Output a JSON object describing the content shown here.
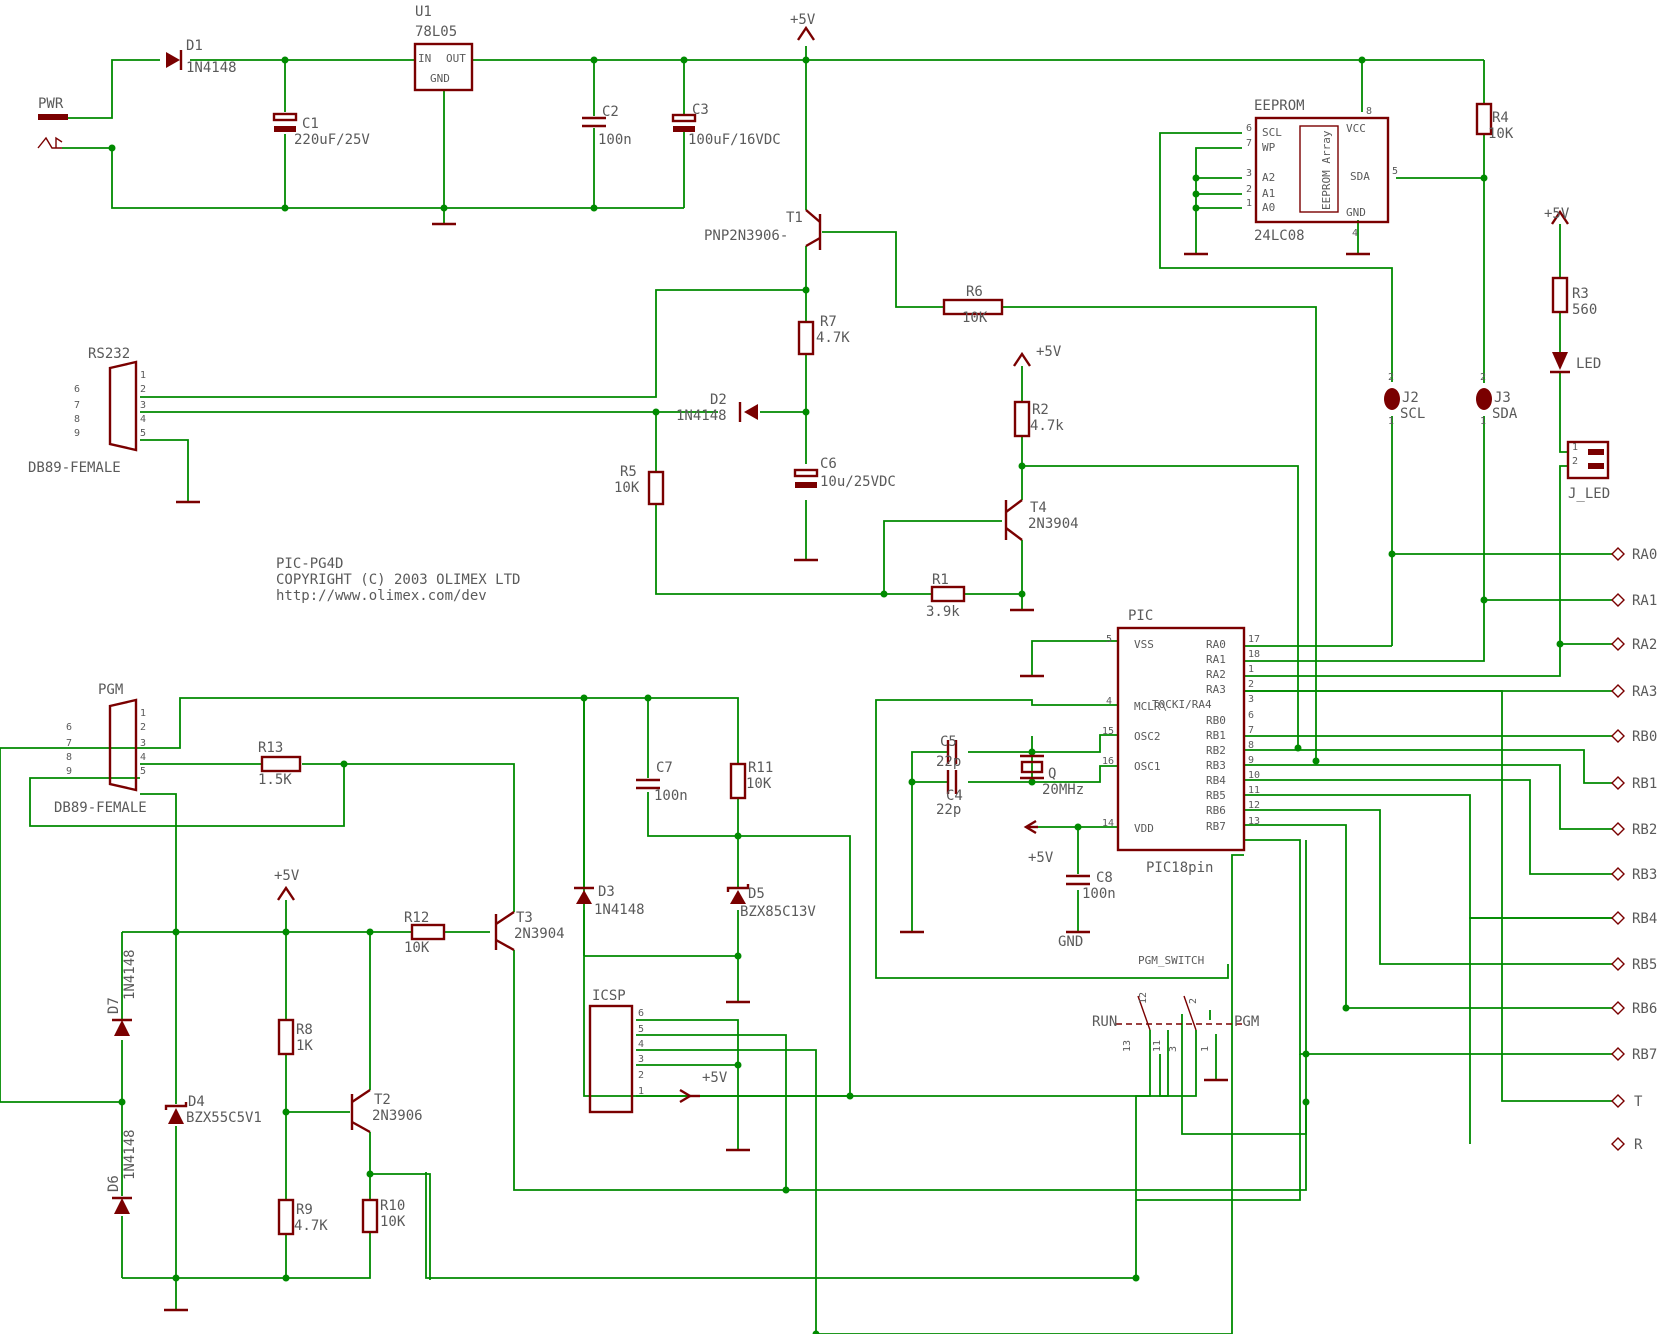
{
  "header": {
    "title": "PIC-PG4D",
    "copyright": "COPYRIGHT (C) 2003   OLIMEX LTD",
    "url": "http://www.olimex.com/dev"
  },
  "rails": {
    "vplus": "+5V",
    "gnd": "GND"
  },
  "power": {
    "pwr": "PWR",
    "d1": {
      "name": "D1",
      "value": "1N4148"
    },
    "c1": {
      "name": "C1",
      "value": "220uF/25V"
    },
    "u1": {
      "name": "U1",
      "value": "78L05",
      "pin_in": "IN",
      "pin_out": "OUT",
      "pin_gnd": "GND"
    },
    "c2": {
      "name": "C2",
      "value": "100n"
    },
    "c3": {
      "name": "C3",
      "value": "100uF/16VDC"
    }
  },
  "eeprom": {
    "title": "EEPROM",
    "value": "24LC08",
    "array": "EEPROM Array",
    "pins_left": [
      "SCL",
      "WP",
      "A2",
      "A1",
      "A0"
    ],
    "pin_nums_left": [
      "6",
      "7",
      "3",
      "2",
      "1"
    ],
    "vcc": "VCC",
    "sda": "SDA",
    "gnd": "GND",
    "n_vcc": "8",
    "n_sda": "5",
    "n_gnd": "4"
  },
  "r4": {
    "name": "R4",
    "value": "10K"
  },
  "r3": {
    "name": "R3",
    "value": "560"
  },
  "led": "LED",
  "j2": {
    "name": "J2",
    "value": "SCL"
  },
  "j3": {
    "name": "J3",
    "value": "SDA"
  },
  "jled": {
    "name": "J_LED",
    "pin1": "1",
    "pin2": "2"
  },
  "jumper_pins": {
    "one": "1",
    "two": "2"
  },
  "t1": {
    "name": "T1",
    "value": "PNP2N3906-"
  },
  "r6": {
    "name": "R6",
    "value": "10K"
  },
  "r7": {
    "name": "R7",
    "value": "4.7K"
  },
  "d2": {
    "name": "D2",
    "value": "1N4148"
  },
  "r5": {
    "name": "R5",
    "value": "10K"
  },
  "c6": {
    "name": "C6",
    "value": "10u/25VDC"
  },
  "r2": {
    "name": "R2",
    "value": "4.7k"
  },
  "t4": {
    "name": "T4",
    "value": "2N3904"
  },
  "r1": {
    "name": "R1",
    "value": "3.9k"
  },
  "rs232": {
    "name": "RS232",
    "value": "DB89-FEMALE",
    "pins": [
      "1",
      "2",
      "3",
      "4",
      "5",
      "6",
      "7",
      "8",
      "9"
    ]
  },
  "pgm_conn": {
    "name": "PGM",
    "value": "DB89-FEMALE"
  },
  "r13": {
    "name": "R13",
    "value": "1.5K"
  },
  "c7": {
    "name": "C7",
    "value": "100n"
  },
  "r11": {
    "name": "R11",
    "value": "10K"
  },
  "d3": {
    "name": "D3",
    "value": "1N4148"
  },
  "d5": {
    "name": "D5",
    "value": "BZX85C13V"
  },
  "r12": {
    "name": "R12",
    "value": "10K"
  },
  "t3": {
    "name": "T3",
    "value": "2N3904"
  },
  "d7": {
    "name": "D7",
    "value": "1N4148"
  },
  "d6": {
    "name": "D6",
    "value": "1N4148"
  },
  "d4": {
    "name": "D4",
    "value": "BZX55C5V1"
  },
  "r8": {
    "name": "R8",
    "value": "1K"
  },
  "r9": {
    "name": "R9",
    "value": "4.7K"
  },
  "t2": {
    "name": "T2",
    "value": "2N3906"
  },
  "r10": {
    "name": "R10",
    "value": "10K"
  },
  "icsp": {
    "name": "ICSP",
    "pins": [
      "6",
      "5",
      "4",
      "3",
      "2",
      "1"
    ],
    "vplus": "+5V"
  },
  "pic": {
    "title": "PIC",
    "value": "PIC18pin",
    "left_pins": [
      "VSS",
      "MCLR\\",
      "OSC2",
      "OSC1",
      "VDD"
    ],
    "left_nums": [
      "5",
      "4",
      "15",
      "16",
      "14"
    ],
    "right_pins": [
      "RA0",
      "RA1",
      "RA2",
      "RA3",
      "T0CKI/RA4",
      "RB0",
      "RB1",
      "RB2",
      "RB3",
      "RB4",
      "RB5",
      "RB6",
      "RB7"
    ],
    "right_nums": [
      "17",
      "18",
      "1",
      "2",
      "3",
      "6",
      "7",
      "8",
      "9",
      "10",
      "11",
      "12",
      "13"
    ]
  },
  "c5": {
    "name": "C5",
    "value": "22p"
  },
  "c4": {
    "name": "C4",
    "value": "22p"
  },
  "q": {
    "name": "Q",
    "value": "20MHz"
  },
  "c8": {
    "name": "C8",
    "value": "100n"
  },
  "switch": {
    "name": "PGM_SWITCH",
    "run": "RUN",
    "pgm": "PGM",
    "pins": {
      "p12": "12",
      "p2": "2",
      "p13": "13",
      "p11": "11",
      "p3": "3",
      "p1": "1"
    }
  },
  "outputs": [
    "RA0",
    "RA1",
    "RA2",
    "RA3",
    "RB0",
    "RB1",
    "RB2",
    "RB3",
    "RB4",
    "RB5",
    "RB6",
    "RB7",
    "T",
    "R"
  ]
}
